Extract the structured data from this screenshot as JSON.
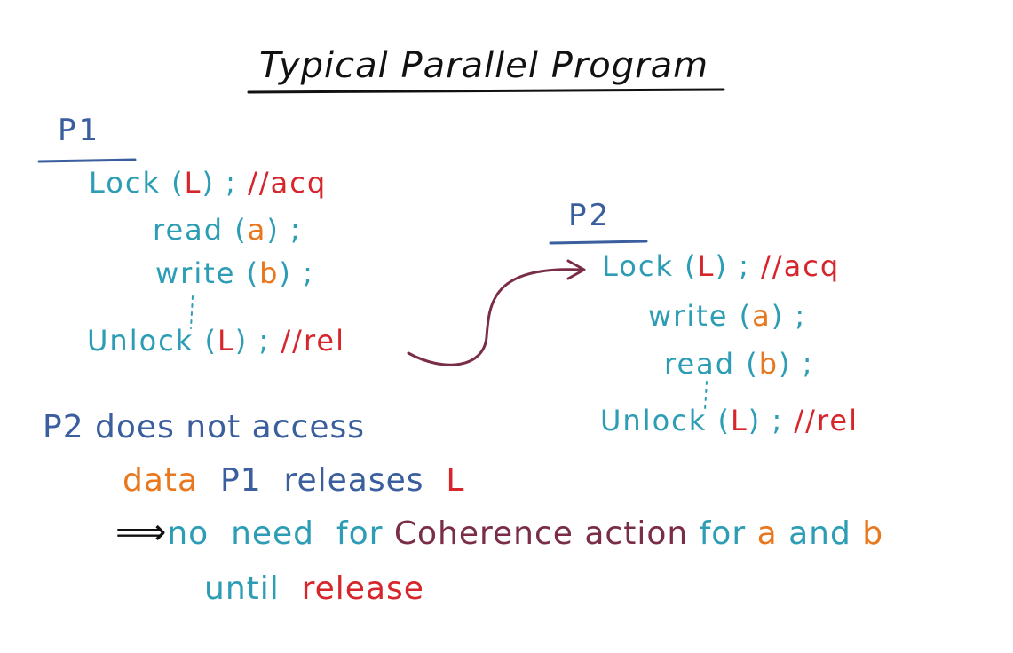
{
  "colors": {
    "teal": "#2c9db5",
    "red": "#d7252c",
    "orange": "#e8771e",
    "blue": "#3a5e9e",
    "plum": "#7a2d48",
    "black": "#111111"
  },
  "title": "Typical Parallel Program",
  "p1": {
    "header": "P1",
    "lock": {
      "fn": "Lock",
      "open": " (",
      "arg": "L",
      "close": ") ;",
      "comment": " //acq"
    },
    "read": {
      "fn": "read",
      "open": " (",
      "arg": "a",
      "close": ") ;"
    },
    "write": {
      "fn": "write",
      "open": " (",
      "arg": "b",
      "close": ") ;"
    },
    "unlock": {
      "fn": "Unlock",
      "open": " (",
      "arg": "L",
      "close": ") ;",
      "comment": " //rel"
    }
  },
  "p2": {
    "header": "P2",
    "lock": {
      "fn": "Lock",
      "open": " (",
      "arg": "L",
      "close": ") ;",
      "comment": " //acq"
    },
    "write": {
      "fn": "write",
      "open": " (",
      "arg": "a",
      "close": ") ;"
    },
    "read": {
      "fn": "read",
      "open": " (",
      "arg": "b",
      "close": ") ;"
    },
    "unlock": {
      "fn": "Unlock",
      "open": " (",
      "arg": "L",
      "close": ") ;",
      "comment": " //rel"
    }
  },
  "notes": {
    "line1": "P2  does not access",
    "line2": {
      "data": "data",
      "mid": "  P1  releases  ",
      "lock": "L"
    },
    "line3": {
      "arrow": "⟹",
      "no_need": "no  need  for ",
      "coherence": "Coherence action ",
      "for": "for ",
      "a": "a ",
      "and": "and ",
      "b": "b"
    },
    "line4": {
      "until": "until  ",
      "release": "release"
    }
  }
}
